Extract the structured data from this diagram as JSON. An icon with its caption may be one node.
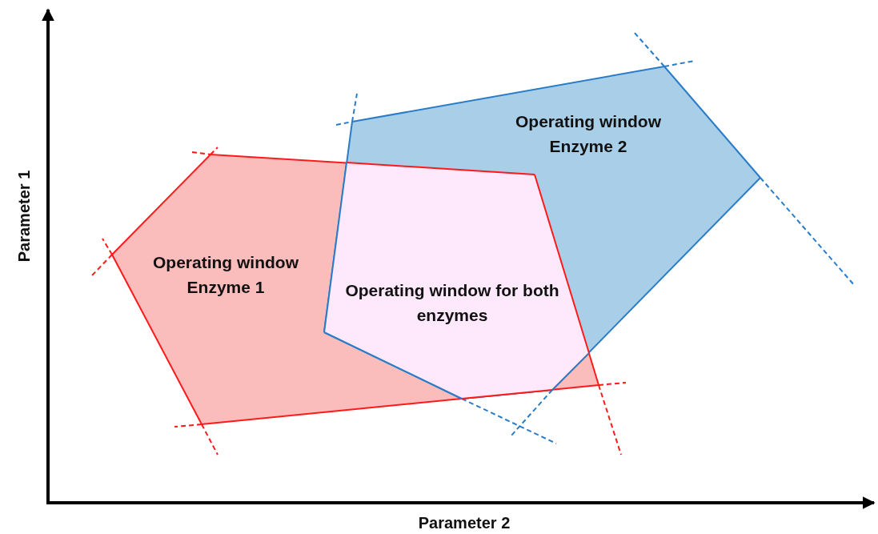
{
  "diagram": {
    "nodes": [
      {
        "text": [
          "Operating window Enzyme 1"
        ]
      },
      {
        "text": [
          "Operating window Enzyme 2"
        ]
      },
      {
        "text": [
          "Operating window for both enzymes"
        ]
      }
    ],
    "labels": [
      "Parameter 1",
      "Parameter 2"
    ]
  }
}
